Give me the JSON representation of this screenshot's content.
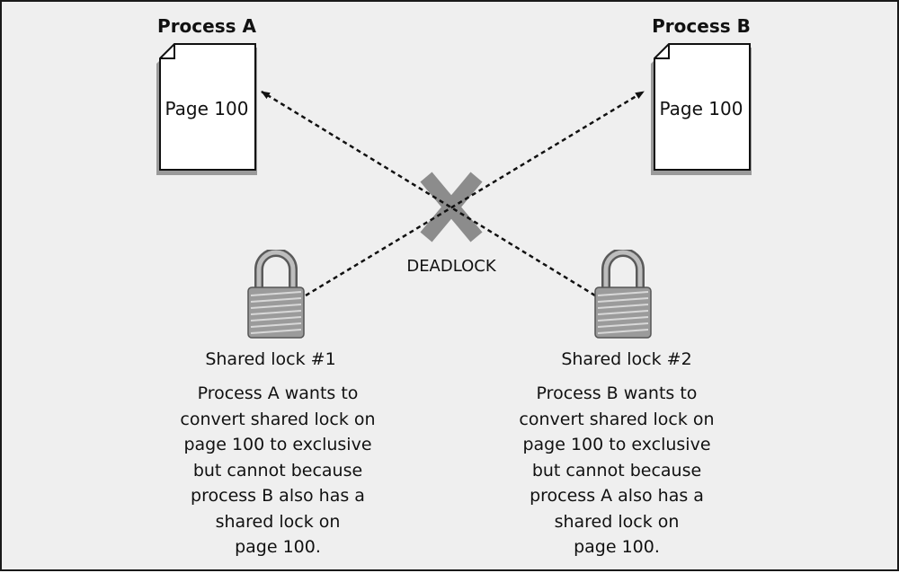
{
  "process_a": {
    "title": "Process A",
    "page_label": "Page 100"
  },
  "process_b": {
    "title": "Process B",
    "page_label": "Page 100"
  },
  "deadlock_label": "DEADLOCK",
  "lock_1": {
    "title": "Shared lock #1",
    "description": "Process A wants to\nconvert shared lock on\npage 100 to exclusive\nbut cannot because\nprocess B also has a\nshared lock on\npage 100."
  },
  "lock_2": {
    "title": "Shared lock #2",
    "description": "Process B wants to\nconvert shared lock on\npage 100 to exclusive\nbut cannot because\nprocess A also has a\nshared lock on\npage 100."
  },
  "colors": {
    "background": "#efefef",
    "border": "#1a1a1a",
    "document_shadow": "#9a9a9a",
    "deadlock_cross": "#8c8c8c",
    "lock_body": "#9b9b9b",
    "arrow": "#111111"
  },
  "icons": {
    "document": "page-document-icon",
    "lock": "padlock-icon",
    "cross": "deadlock-x-icon"
  }
}
